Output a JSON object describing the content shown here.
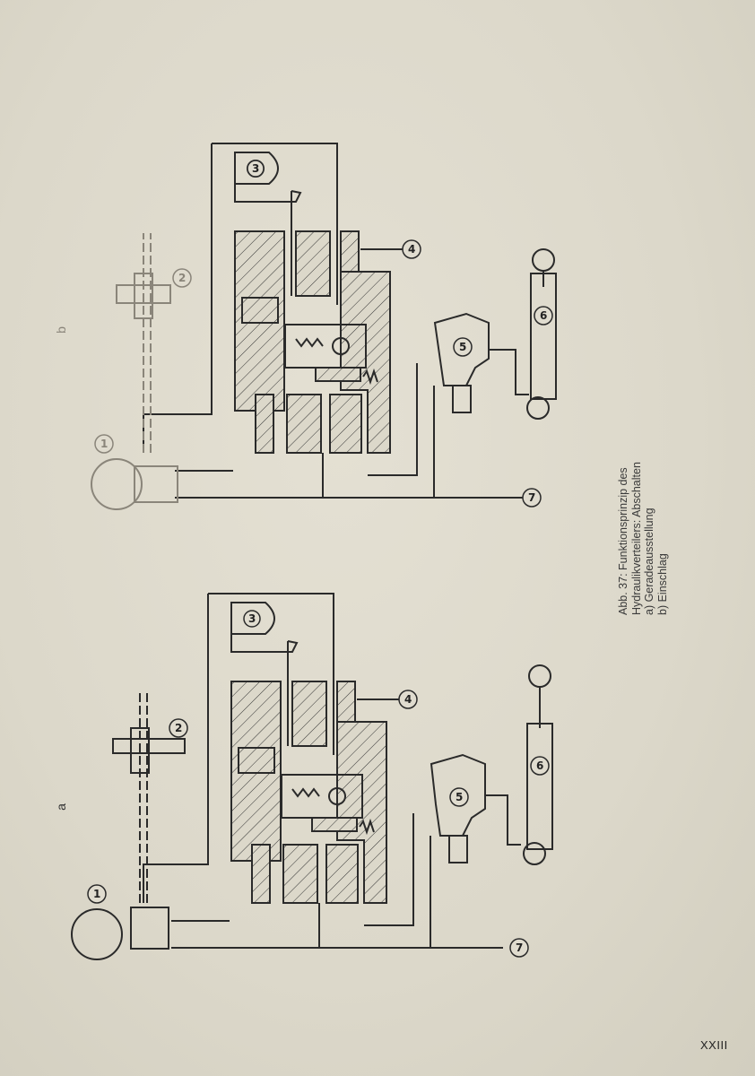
{
  "figure": {
    "caption_lines": [
      "Abb. 37: Funktionsprinzip des",
      "Hydraulikverteilers: Abschalten",
      "a) Geradeausstellung",
      "b) Einschlag"
    ],
    "part_labels": {
      "a": "a",
      "b": "b"
    },
    "component_numbers": [
      "1",
      "2",
      "3",
      "4",
      "5",
      "6",
      "7"
    ]
  },
  "page": {
    "number": "XXIII"
  },
  "colors": {
    "ink": "#222222",
    "faded_ink": "#8a857a",
    "paper": "#dcd8ca"
  }
}
